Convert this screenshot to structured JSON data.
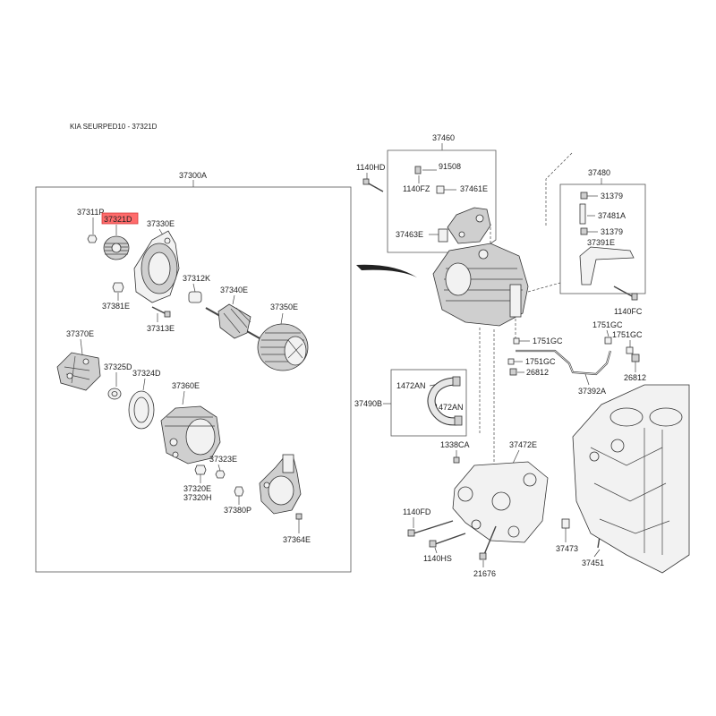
{
  "header": {
    "title": "KIA SEURPED10 - 37321D"
  },
  "highlight_color": "#ff6b6b",
  "labels": {
    "a37300A": "37300A",
    "a37311P": "37311P",
    "a37321D": "37321D",
    "a37330E": "37330E",
    "a37312K": "37312K",
    "a37340E": "37340E",
    "a37381E": "37381E",
    "a37313E": "37313E",
    "a37350E": "37350E",
    "a37370E": "37370E",
    "a37325D": "37325D",
    "a37324D": "37324D",
    "a37360E": "37360E",
    "a37323E": "37323E",
    "a37320E": "37320E",
    "a37320H": "37320H",
    "a37380P": "37380P",
    "a37364E": "37364E",
    "a37460": "37460",
    "a1140HD": "1140HD",
    "a91508": "91508",
    "a1140FZ": "1140FZ",
    "a37461E": "37461E",
    "a37463E": "37463E",
    "a37480": "37480",
    "a31379a": "31379",
    "a37481A": "37481A",
    "a31379b": "31379",
    "a37391E": "37391E",
    "a1140FC": "1140FC",
    "a1751GCa": "1751GC",
    "a1751GCb": "1751GC",
    "a1751GCc": "1751GC",
    "a1751GCd": "1751GC",
    "a26812a": "26812",
    "a26812b": "26812",
    "a37392A": "37392A",
    "a1472ANa": "1472AN",
    "a1472ANb": "1472AN",
    "a37490B": "37490B",
    "a1338CA": "1338CA",
    "a37472E": "37472E",
    "a1140FD": "1140FD",
    "a1140HS": "1140HS",
    "a21676": "21676",
    "a37473": "37473",
    "a37451": "37451"
  }
}
